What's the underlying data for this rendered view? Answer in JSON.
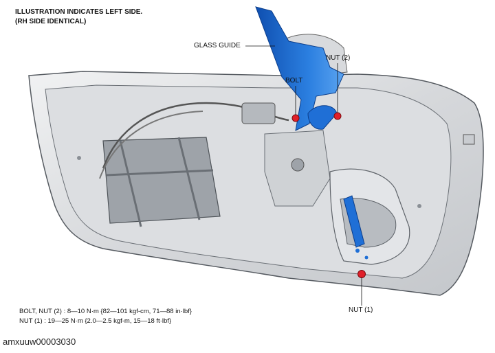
{
  "header": {
    "line1": "ILLUSTRATION INDICATES LEFT SIDE.",
    "line2": "(RH SIDE IDENTICAL)"
  },
  "callouts": {
    "glass_guide": "GLASS GUIDE",
    "nut2": "NUT (2)",
    "bolt": "BOLT",
    "nut1": "NUT (1)"
  },
  "specs": {
    "line1": "BOLT, NUT (2) : 8—10 N·m {82—101 kgf-cm, 71—88 in·lbf}",
    "line2": "NUT (1) : 19—25 N·m {2.0—2.5 kgf-m, 15—18 ft·lbf}"
  },
  "figure_code": "amxuuw00003030",
  "colors": {
    "glass_guide": "#1f6fd6",
    "fastener": "#e0202a",
    "panel": "#d9dbde",
    "outline": "#555a60"
  }
}
